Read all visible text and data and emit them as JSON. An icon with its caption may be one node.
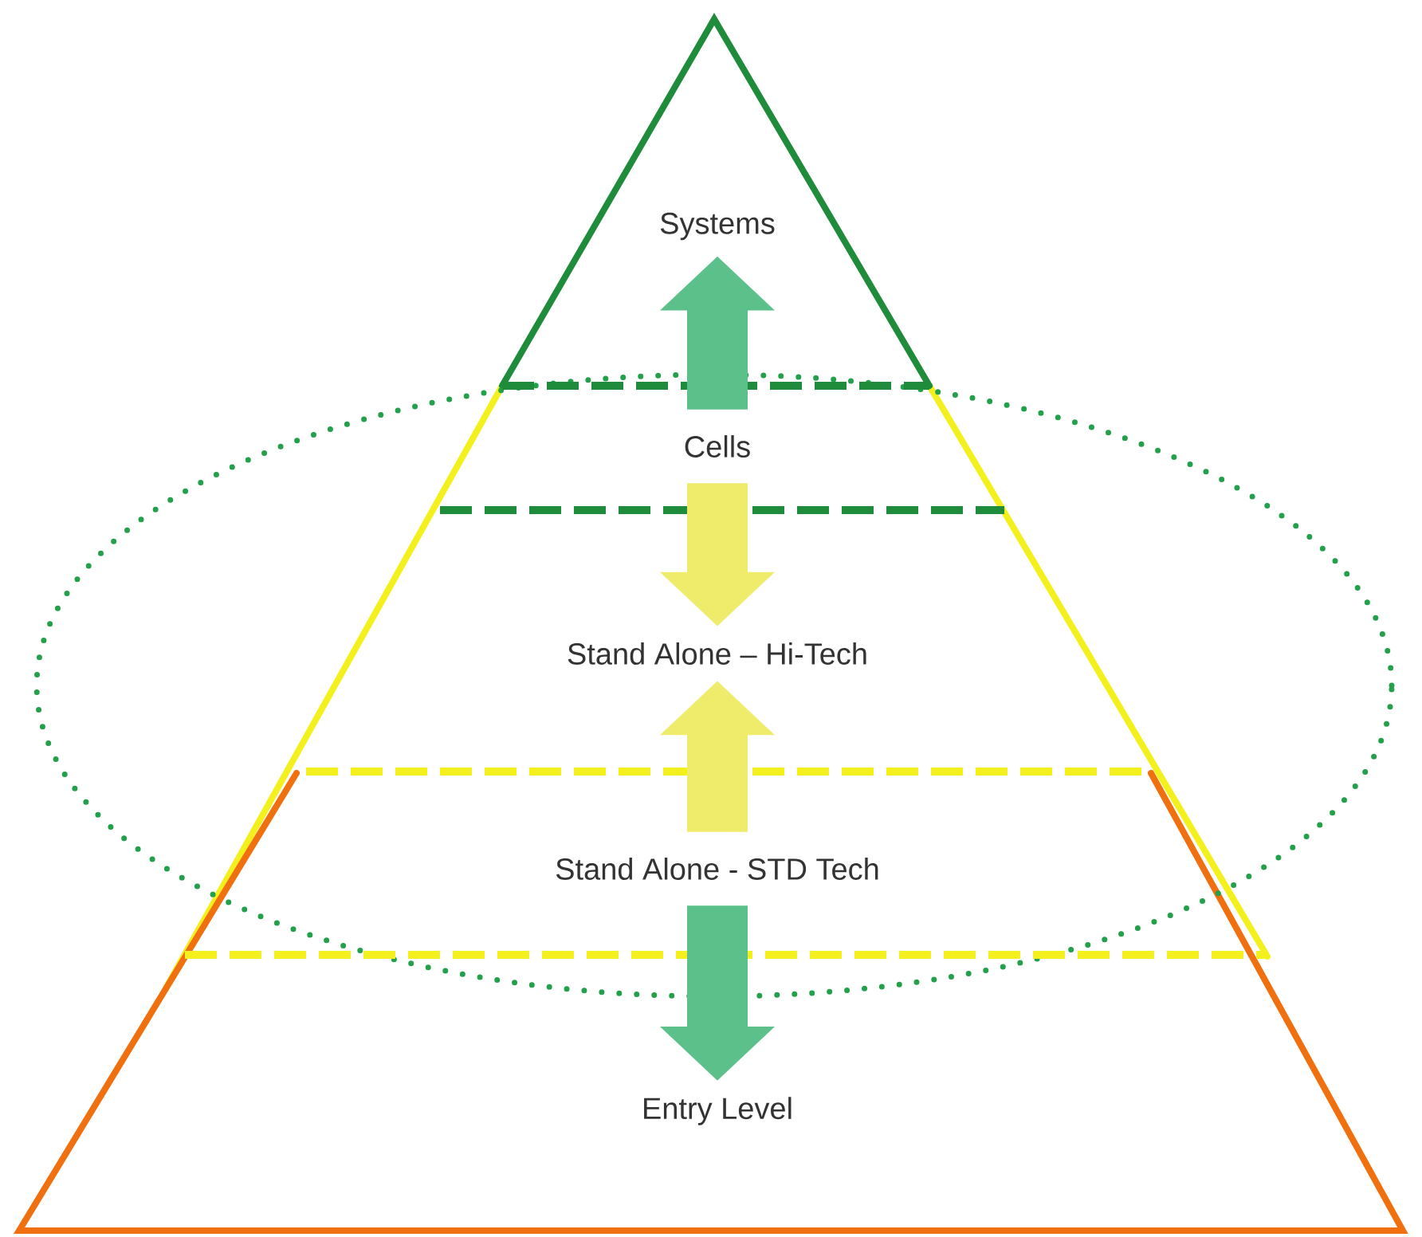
{
  "diagram": {
    "nodes": [
      {
        "text": [
          "Systems"
        ]
      },
      {
        "text": [
          "Cells"
        ]
      },
      {
        "text": [
          "Stand Alone – Hi-Tech"
        ]
      },
      {
        "text": [
          "Stand Alone - STD Tech"
        ]
      },
      {
        "text": [
          "Entry Level"
        ]
      }
    ],
    "edges": [
      {
        "from": 1,
        "to": 0,
        "arrow": "to",
        "color": "#5cc08a"
      },
      {
        "from": 1,
        "to": 2,
        "arrow": "to",
        "color": "#eeec6a"
      },
      {
        "from": 3,
        "to": 2,
        "arrow": "to",
        "color": "#eeec6a"
      },
      {
        "from": 3,
        "to": 4,
        "arrow": "to",
        "color": "#5cc08a"
      }
    ]
  }
}
